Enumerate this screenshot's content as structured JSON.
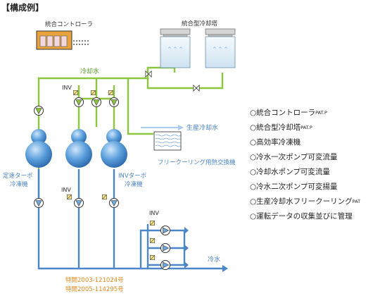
{
  "heading": "【構成例】",
  "labels": {
    "controller": "統合コントローラ",
    "cooling_tower": "統合型冷却塔",
    "cooling_water": "冷却水",
    "inv_top": "INV",
    "process_cooling_water": "生産冷却水",
    "free_cooling_hx": "フリークーリング用熱交換機",
    "chiller_fixed": [
      "定速ターボ",
      "冷凍機"
    ],
    "chiller_inv": [
      "INVターボ",
      "冷凍機"
    ],
    "inv_primary": "INV",
    "inv_secondary": "INV",
    "chilled_water": "冷水",
    "patent_1": "特開2003-121024号",
    "patent_2": "特開2005-114295号"
  },
  "features": [
    {
      "text": "○統合コントローラ",
      "sup": "PAT.P"
    },
    {
      "text": "○統合型冷却塔",
      "sup": "PAT.P"
    },
    {
      "text": "○高効率冷凍機",
      "sup": ""
    },
    {
      "text": "○冷水一次ポンプ可変流量",
      "sup": ""
    },
    {
      "text": "○冷却水ポンプ可変流量",
      "sup": ""
    },
    {
      "text": "○冷水二次ポンプ可変揚量",
      "sup": ""
    },
    {
      "text": "○生産冷却水フリークーリング",
      "sup": "PAT"
    },
    {
      "text": "○運転データの収集並びに管理",
      "sup": ""
    }
  ],
  "colors": {
    "green_pipe": "#8cc63f",
    "blue_pipe": "#4a86c8",
    "light_blue": "#a9cdea",
    "orange_text": "#e08a1e",
    "controller_fill": "#e8a33d"
  },
  "icons": [
    "controller-icon",
    "cooling-tower-icon",
    "chiller-icon",
    "pump-icon",
    "valve-icon",
    "inverter-icon",
    "heat-exchanger-icon",
    "arrow-icon"
  ]
}
